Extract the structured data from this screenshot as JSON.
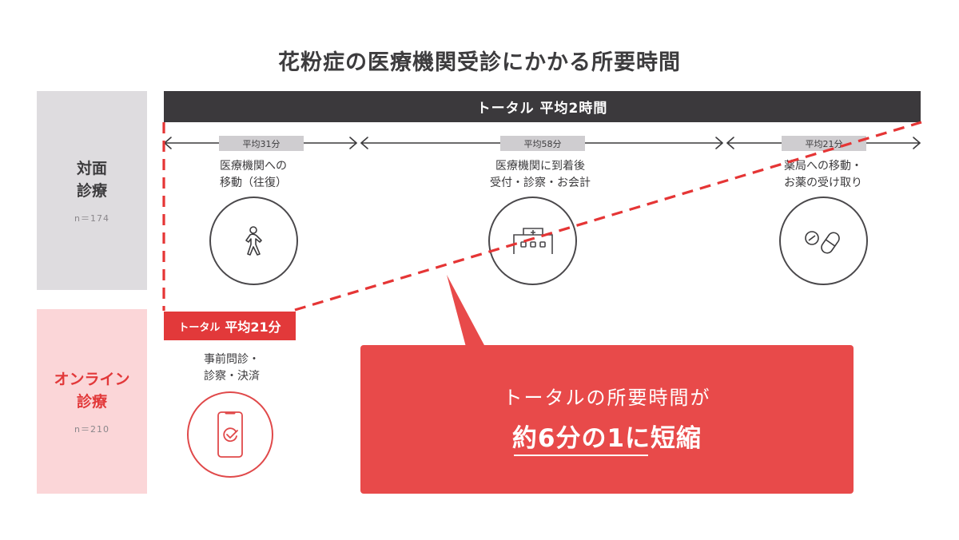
{
  "title": "花粉症の医療機関受診にかかる所要時間",
  "in_person": {
    "label_line1": "対面",
    "label_line2": "診療",
    "sample": "n＝174",
    "total": "トータル 平均2時間",
    "segments": [
      {
        "duration": "平均31分",
        "text_line1": "医療機関への",
        "text_line2": "移動（往復）",
        "icon": "walking-person-icon"
      },
      {
        "duration": "平均58分",
        "text_line1": "医療機関に到着後",
        "text_line2": "受付・診察・お会計",
        "icon": "hospital-building-icon"
      },
      {
        "duration": "平均21分",
        "text_line1": "薬局への移動・",
        "text_line2": "お薬の受け取り",
        "icon": "pills-icon"
      }
    ]
  },
  "online": {
    "label_line1": "オンライン",
    "label_line2": "診療",
    "sample": "n＝210",
    "total_prefix": "トータル",
    "total_value": "平均21分",
    "segment": {
      "text_line1": "事前問診・",
      "text_line2": "診察・決済",
      "icon": "smartphone-check-icon"
    }
  },
  "callout": {
    "line1": "トータルの所要時間が",
    "line2": "約6分の1に短縮"
  },
  "colors": {
    "dark": "#3b393c",
    "accent_red": "#e2393a",
    "callout_red": "#e84a4a",
    "gray_panel": "#dedcdf",
    "pink_panel": "#fbd6d8"
  },
  "chart_data": {
    "type": "bar",
    "title": "花粉症の医療機関受診にかかる所要時間",
    "categories": [
      "対面診療 (n=174)",
      "オンライン診療 (n=210)"
    ],
    "series": [
      {
        "name": "医療機関への移動（往復）",
        "values": [
          31,
          0
        ]
      },
      {
        "name": "医療機関に到着後 受付・診察・お会計",
        "values": [
          58,
          0
        ]
      },
      {
        "name": "薬局への移動・お薬の受け取り",
        "values": [
          21,
          0
        ]
      },
      {
        "name": "事前問診・診察・決済",
        "values": [
          0,
          21
        ]
      }
    ],
    "totals": {
      "対面診療": "平均2時間",
      "オンライン診療": "平均21分"
    },
    "annotation": "トータルの所要時間が約6分の1に短縮",
    "unit": "分"
  }
}
